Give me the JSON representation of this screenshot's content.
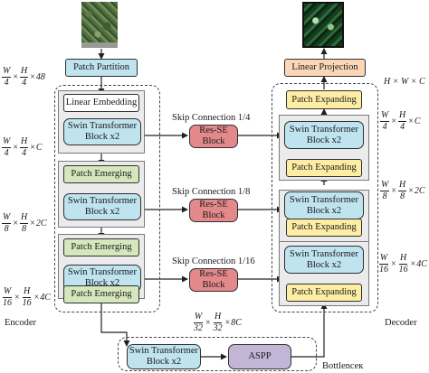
{
  "encoder": {
    "label": "Encoder",
    "patch_partition": "Patch Partition",
    "linear_embedding": "Linear Embedding",
    "stage1": "Swin Transformer Block x2",
    "merge1": "Patch Emerging",
    "stage2": "Swin Transformer Block x2",
    "merge2": "Patch Emerging",
    "stage3": "Swin Transformer Block x2",
    "merge3": "Patch Emerging"
  },
  "bottleneck": {
    "label": "Bottlenceк",
    "swin": "Swin Transformer Block x2",
    "aspp": "ASPP",
    "shape": {
      "a": "W",
      "ad": "32",
      "b": "H",
      "bd": "32",
      "tail": "8C"
    }
  },
  "decoder": {
    "label": "Decoder",
    "linear_projection": "Linear Projection",
    "expand_top": "Patch Expanding",
    "stage1": "Swin Transformer Block x2",
    "expand1": "Patch Expanding",
    "stage2": "Swin Transformer Block x2",
    "expand2": "Patch Expanding",
    "stage3": "Swin Transformer Block x2",
    "expand3": "Patch Expanding"
  },
  "skips": [
    {
      "label": "Skip Connection 1/4",
      "block": "Res-SE Block"
    },
    {
      "label": "Skip Connection 1/8",
      "block": "Res-SE Block"
    },
    {
      "label": "Skip Connection 1/16",
      "block": "Res-SE Block"
    }
  ],
  "shapes_left": [
    {
      "a": "W",
      "ad": "4",
      "b": "H",
      "bd": "4",
      "tail": "48"
    },
    {
      "a": "W",
      "ad": "4",
      "b": "H",
      "bd": "4",
      "tail": "C"
    },
    {
      "a": "W",
      "ad": "8",
      "b": "H",
      "bd": "8",
      "tail": "2C"
    },
    {
      "a": "W",
      "ad": "16",
      "b": "H",
      "bd": "16",
      "tail": "4C"
    }
  ],
  "shapes_right": [
    {
      "text": "H × W × C"
    },
    {
      "a": "W",
      "ad": "4",
      "b": "H",
      "bd": "4",
      "tail": "C"
    },
    {
      "a": "W",
      "ad": "8",
      "b": "H",
      "bd": "8",
      "tail": "2C"
    },
    {
      "a": "W",
      "ad": "16",
      "b": "H",
      "bd": "16",
      "tail": "4C"
    }
  ],
  "images": {
    "input": "input-aerial-image",
    "output": "output-segmentation-mask"
  }
}
